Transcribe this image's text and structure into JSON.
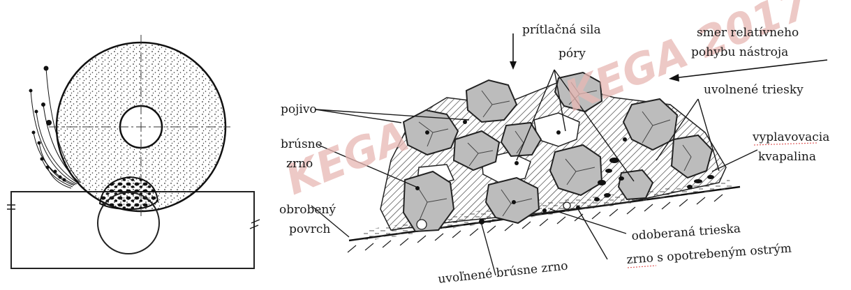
{
  "labels": {
    "force": "prítlačná sila",
    "motion_line1": "smer relatívneho",
    "motion_line2": "pohybu nástroja",
    "pores": "póry",
    "loose_chips": "uvolnené triesky",
    "binder": "pojivo",
    "grain_line1": "brúsne",
    "grain_line2": "zrno",
    "flush_line1": "vyplavovacia",
    "flush_line2": "kvapalina",
    "surface_line1": "obrobený",
    "surface_line2": "povrch",
    "removed_chip": "odoberaná trieska",
    "worn_grain": "zrno s opotrebeným ostrým",
    "loose_grain": "uvoľnené brúsne zrno"
  },
  "watermark": {
    "text_top": "KEGA 2017",
    "text_mid": "KEGA",
    "color": "#e8b8b4"
  }
}
